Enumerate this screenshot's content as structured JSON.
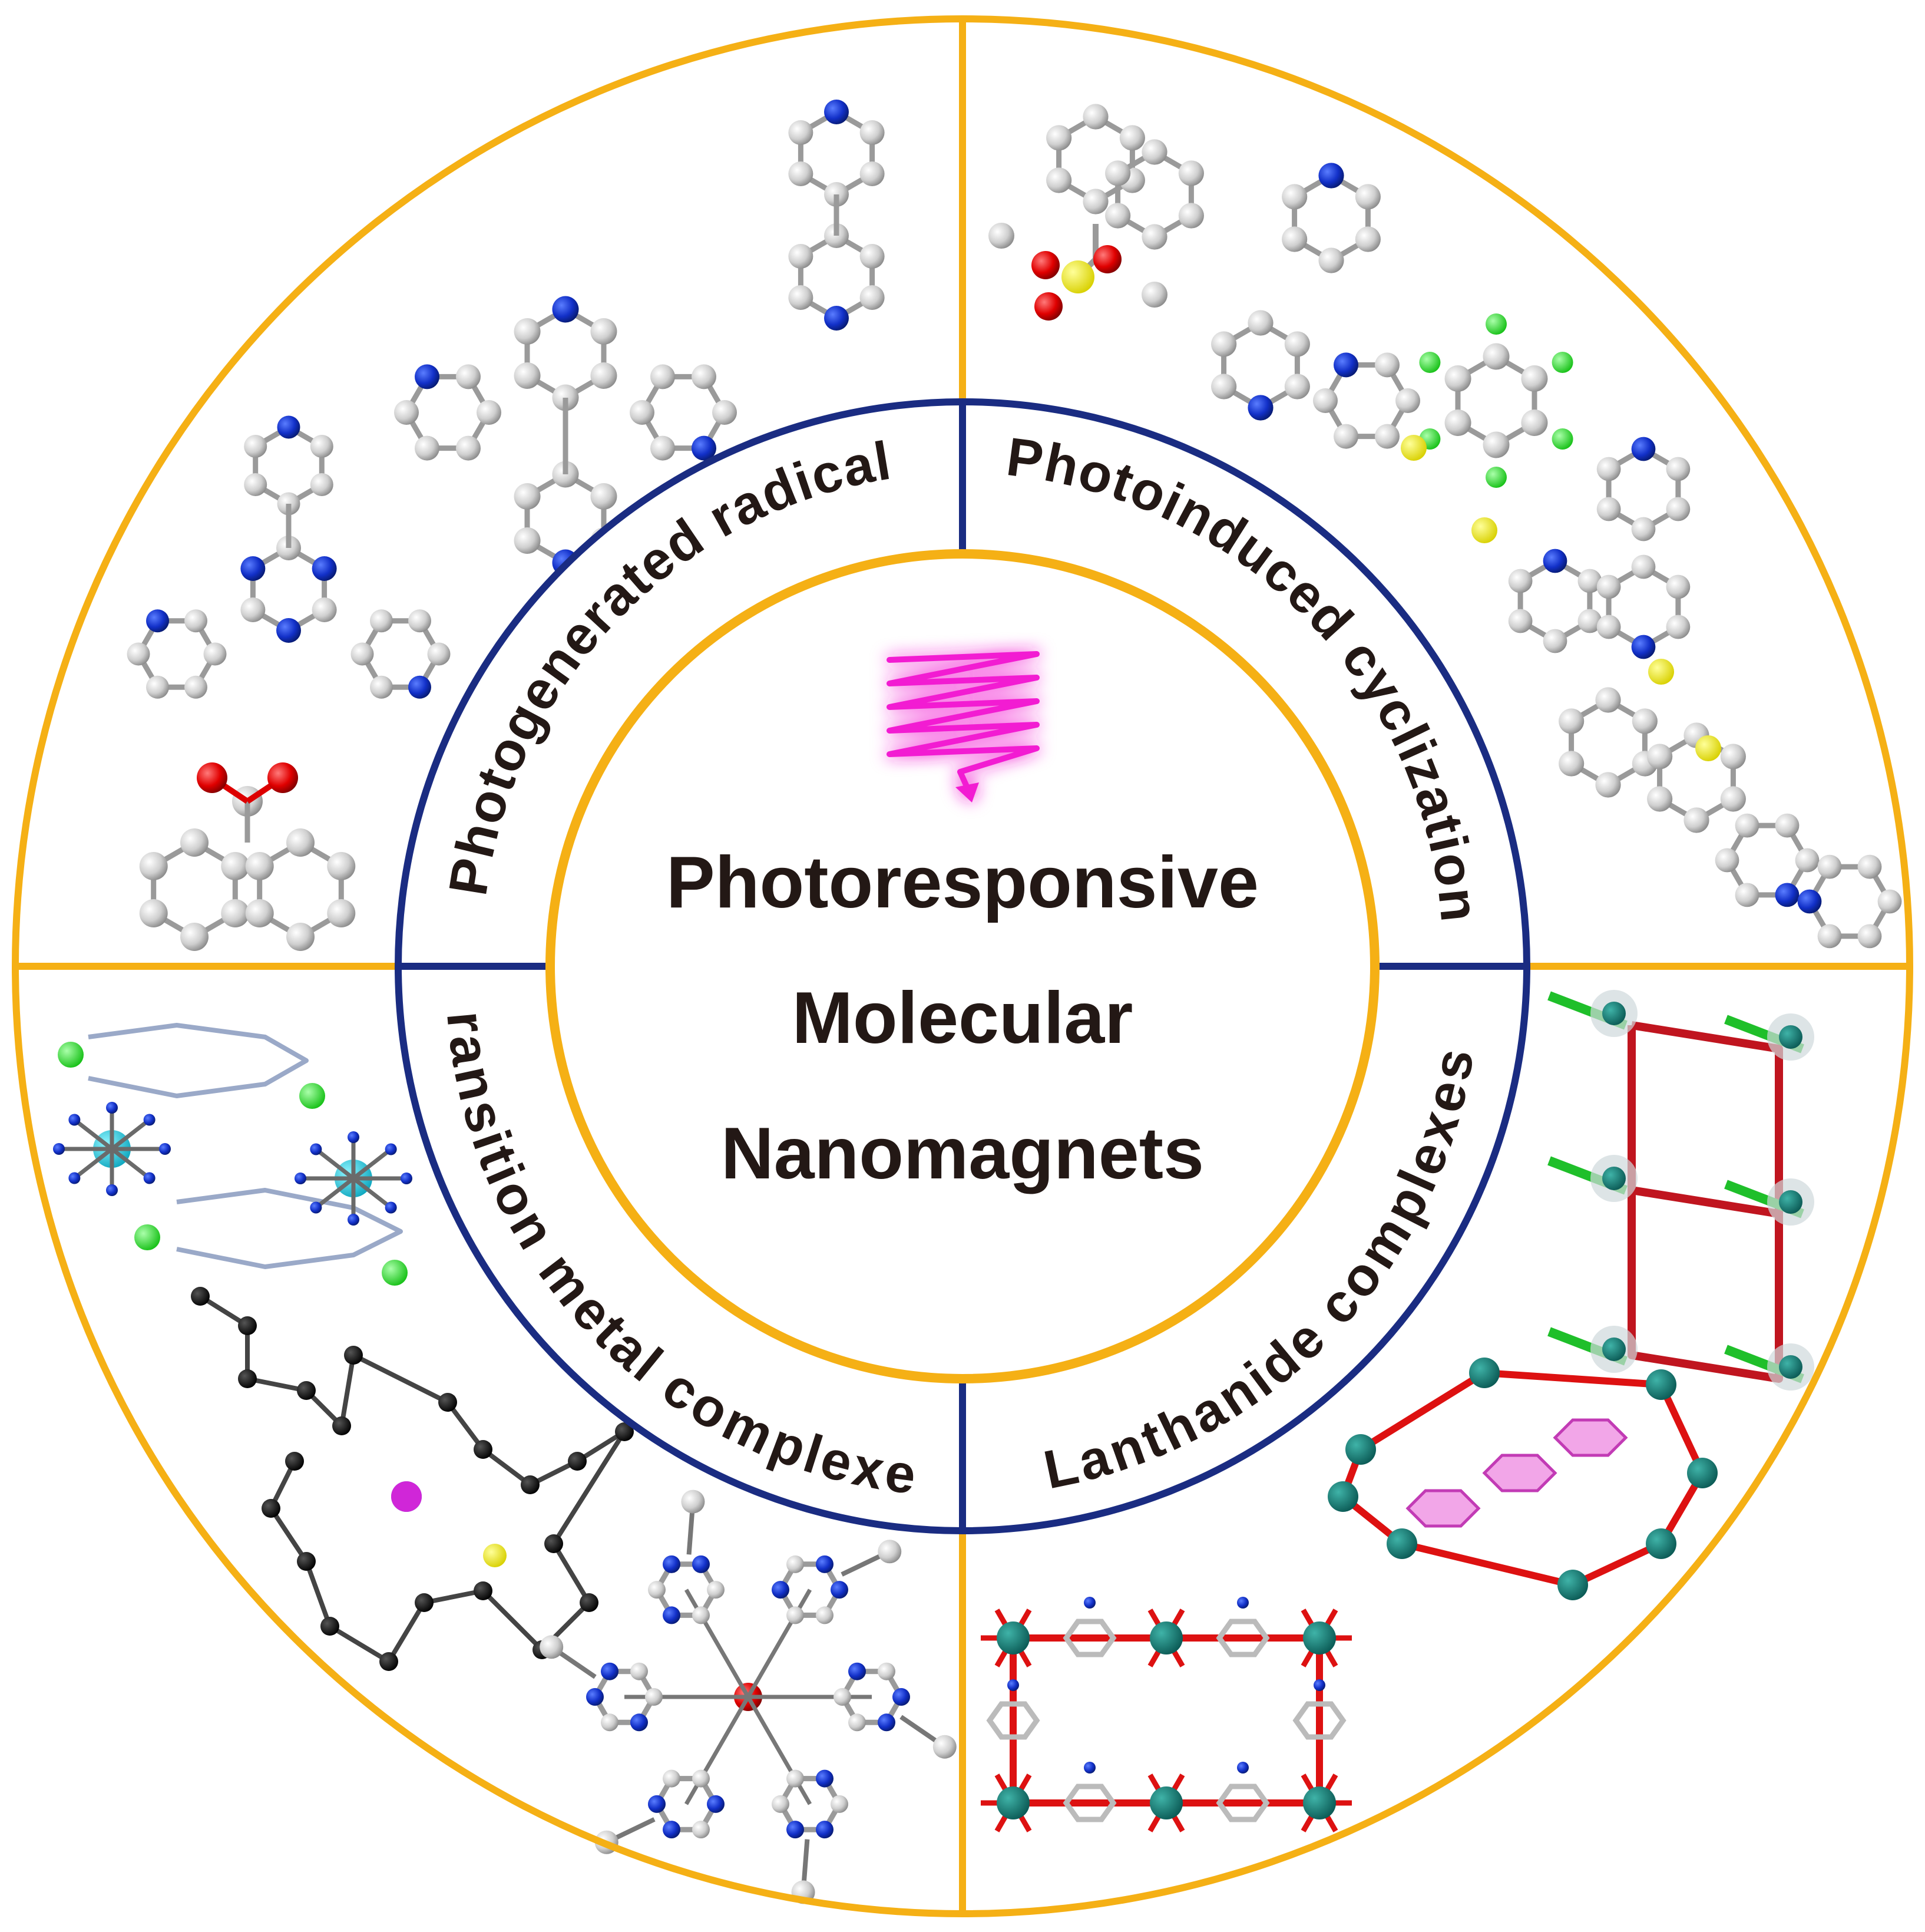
{
  "title_lines": [
    "Photoresponsive",
    "Molecular",
    "Nanomagnets"
  ],
  "quadrants": {
    "top_left": "Photogenerated   radical",
    "top_right": "Photoinduced   cyclization",
    "bottom_left": "Transition   metal   complexes",
    "bottom_right": "Lanthanide   complexes"
  },
  "colors": {
    "outer_ring": "#F5B015",
    "inner_ring": "#1A2C82",
    "center_ring": "#F5B015",
    "light_wave": "#F21FD2",
    "text": "#231815"
  },
  "icons": {
    "center": "light-wave-icon",
    "top_left_panel": "pyridyl-radical-molecules-icon",
    "top_right_panel": "diarylethene-molecules-icon",
    "bottom_left_panel": "transition-metal-complex-structures-icon",
    "bottom_right_panel": "lanthanide-framework-structures-icon"
  }
}
